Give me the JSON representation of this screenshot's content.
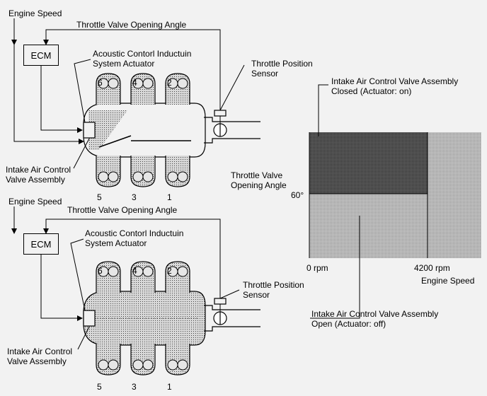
{
  "top_diagram": {
    "engine_speed": "Engine Speed",
    "throttle_angle": "Throttle Valve Opening Angle",
    "ecm": "ECM",
    "actuator": "Acoustic Contorl Inductuin\nSystem Actuator",
    "tps": "Throttle Position\nSensor",
    "valve": "Intake Air Control\nValve Assembly",
    "cyl_top": [
      "6",
      "4",
      "2"
    ],
    "cyl_bottom": [
      "5",
      "3",
      "1"
    ]
  },
  "bottom_diagram": {
    "engine_speed": "Engine Speed",
    "throttle_angle": "Throttle Valve Opening Angle",
    "ecm": "ECM",
    "actuator": "Acoustic Contorl Inductuin\nSystem Actuator",
    "tps": "Throttle Position\nSensor",
    "valve": "Intake Air Control\nValve Assembly",
    "cyl_top": [
      "6",
      "4",
      "2"
    ],
    "cyl_bottom": [
      "5",
      "3",
      "1"
    ]
  },
  "graph": {
    "closed_label": "Intake Air Control Valve Assembly\nClosed (Actuator: on)",
    "open_label": "Intake Air Control Valve Assembly\nOpen (Actuator: off)",
    "y_axis_label": "Throttle Valve\nOpening Angle",
    "y_tick": "60°",
    "x_tick_start": "0 rpm",
    "x_tick_end": "4200 rpm",
    "x_axis_label": "Engine Speed"
  },
  "colors": {
    "closed_region": "#5a5a5a",
    "open_region": "#c4c4c4",
    "background": "#f2f2f2",
    "shading": "#9a9a9a"
  }
}
